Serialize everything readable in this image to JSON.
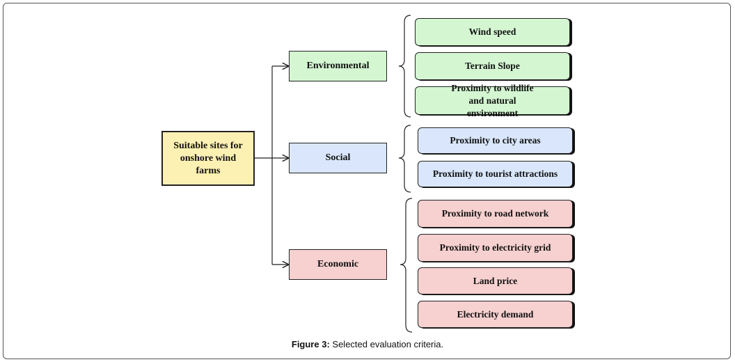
{
  "diagram": {
    "root": "Suitable sites for onshore wind farms",
    "categories": [
      {
        "label": "Environmental",
        "criteria": [
          "Wind speed",
          "Terrain Slope",
          "Proximity to wildlife and natural environment"
        ]
      },
      {
        "label": "Social",
        "criteria": [
          "Proximity to city areas",
          "Proximity to tourist attractions"
        ]
      },
      {
        "label": "Economic",
        "criteria": [
          "Proximity to road network",
          "Proximity to electricity grid",
          "Land price",
          "Electricity demand"
        ]
      }
    ],
    "colors": {
      "root": "#fdf0b3",
      "environmental": "#d4f7d2",
      "social": "#d9e6fb",
      "economic": "#f7d0d0"
    }
  },
  "caption": {
    "label": "Figure 3:",
    "text": "Selected evaluation criteria."
  }
}
